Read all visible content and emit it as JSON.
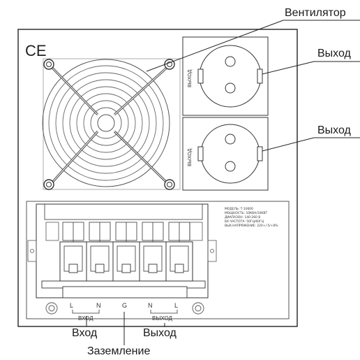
{
  "labels": {
    "fan": "Вентилятор",
    "output_top": "Выход",
    "output_bottom": "Выход",
    "input": "Вход",
    "output_lower": "Выход",
    "ground": "Заземление"
  },
  "panel": {
    "ce_mark": "CE",
    "socket_top_text": "ВЫХОД",
    "socket_bottom_text": "ВЫХОД",
    "nameplate": [
      "МОДЕЛЬ: Т-10000",
      "МОЩНОСТЬ: 10КВА/10КВТ",
      "ДИАПАЗОН: 140-260 В",
      "ВХ.ЧАСТОТА: 50ГЦ/60ГЦ",
      "ВЫХ.НАПРЯЖЕНИЕ: 220+/-5/+8%"
    ],
    "terminal_L_in": "L",
    "terminal_N_in": "N",
    "terminal_G": "G",
    "terminal_N_out": "N",
    "terminal_L_out": "L",
    "terminal_input_caption": "ВХОД",
    "terminal_output_caption": "ВЫХОД"
  }
}
